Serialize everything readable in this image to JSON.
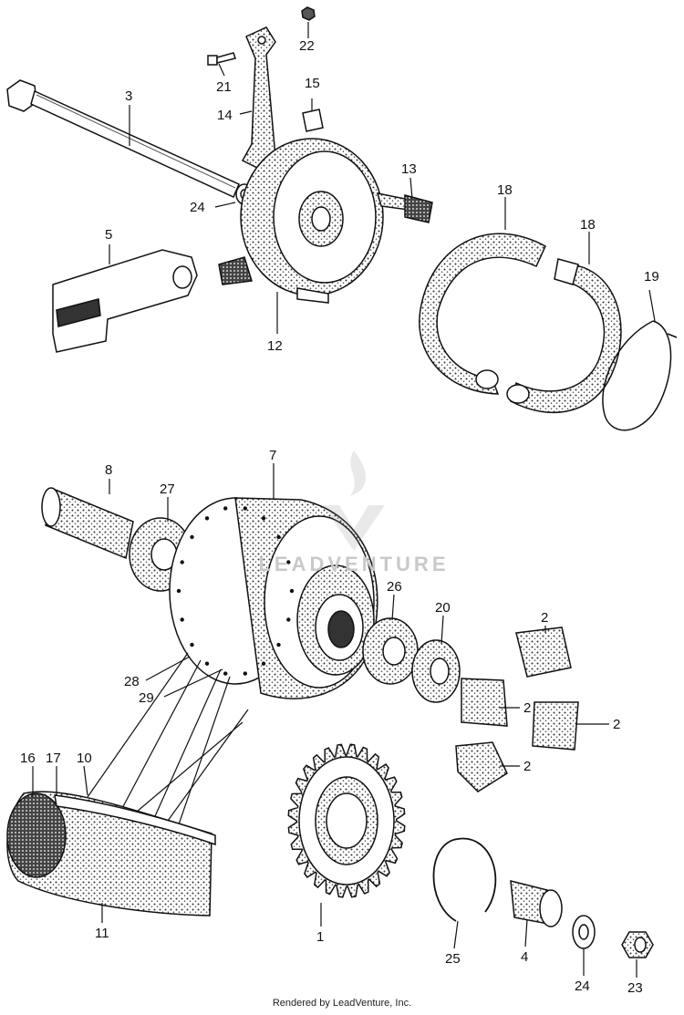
{
  "watermark": {
    "text": "LEADVENTURE",
    "icon": "leadventure-flame-logo"
  },
  "footer": {
    "text": "Rendered by LeadVenture, Inc."
  },
  "callouts": {
    "c1": "1",
    "c2a": "2",
    "c2b": "2",
    "c2c": "2",
    "c2d": "2",
    "c3": "3",
    "c4": "4",
    "c5": "5",
    "c7": "7",
    "c8": "8",
    "c10": "10",
    "c11": "11",
    "c12": "12",
    "c13": "13",
    "c14": "14",
    "c15": "15",
    "c16": "16",
    "c17": "17",
    "c18a": "18",
    "c18b": "18",
    "c19": "19",
    "c20": "20",
    "c21": "21",
    "c22": "22",
    "c23": "23",
    "c24a": "24",
    "c24b": "24",
    "c25": "25",
    "c26": "26",
    "c27": "27",
    "c28": "28",
    "c29": "29"
  }
}
